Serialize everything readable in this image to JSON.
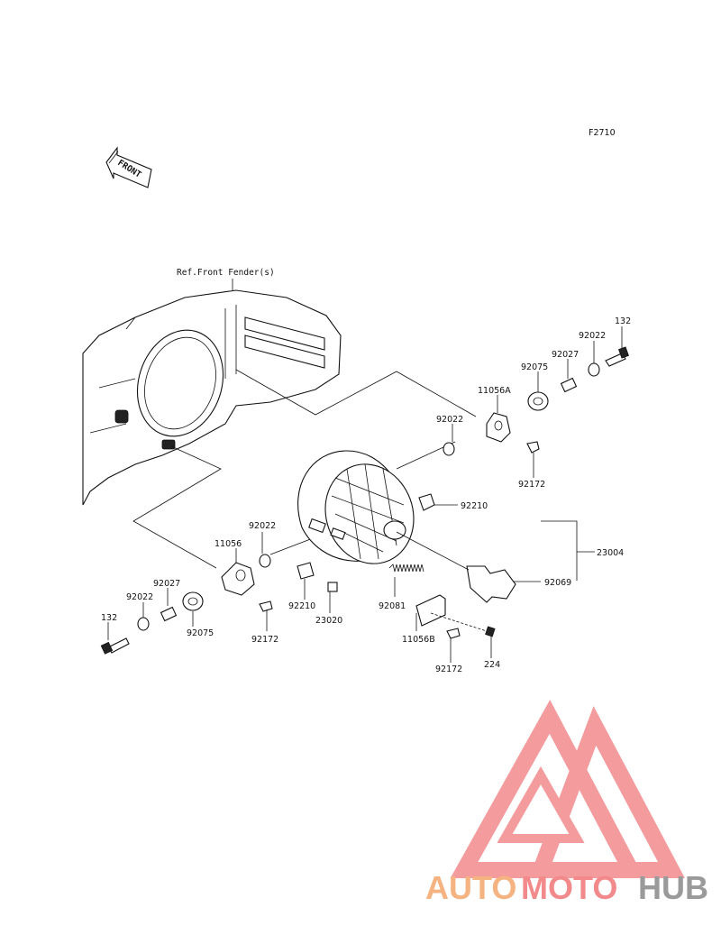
{
  "figure_code": "F2710",
  "front_arrow_label": "FRONT",
  "ref_label": "Ref.Front Fender(s)",
  "watermark": {
    "part1": "AUTO",
    "part2": "MOTO",
    "part3": "HUB",
    "color_orange": "#f6b382",
    "color_pink": "#f28a8c",
    "color_gray": "#9a9a9a"
  },
  "parts": {
    "p132_right": "132",
    "p92022_top": "92022",
    "p92027_right": "92027",
    "p92075_right": "92075",
    "p11056A": "11056A",
    "p92022_mid": "92022",
    "p92172_right": "92172",
    "p92210_right": "92210",
    "p23004": "23004",
    "p92069": "92069",
    "p92022_left": "92022",
    "p11056": "11056",
    "p92027_left": "92027",
    "p92022_far_left": "92022",
    "p132_left": "132",
    "p92075_left": "92075",
    "p92172_left": "92172",
    "p92210_left": "92210",
    "p23020": "23020",
    "p92081": "92081",
    "p11056B": "11056B",
    "p92172_bottom": "92172",
    "p224": "224"
  }
}
